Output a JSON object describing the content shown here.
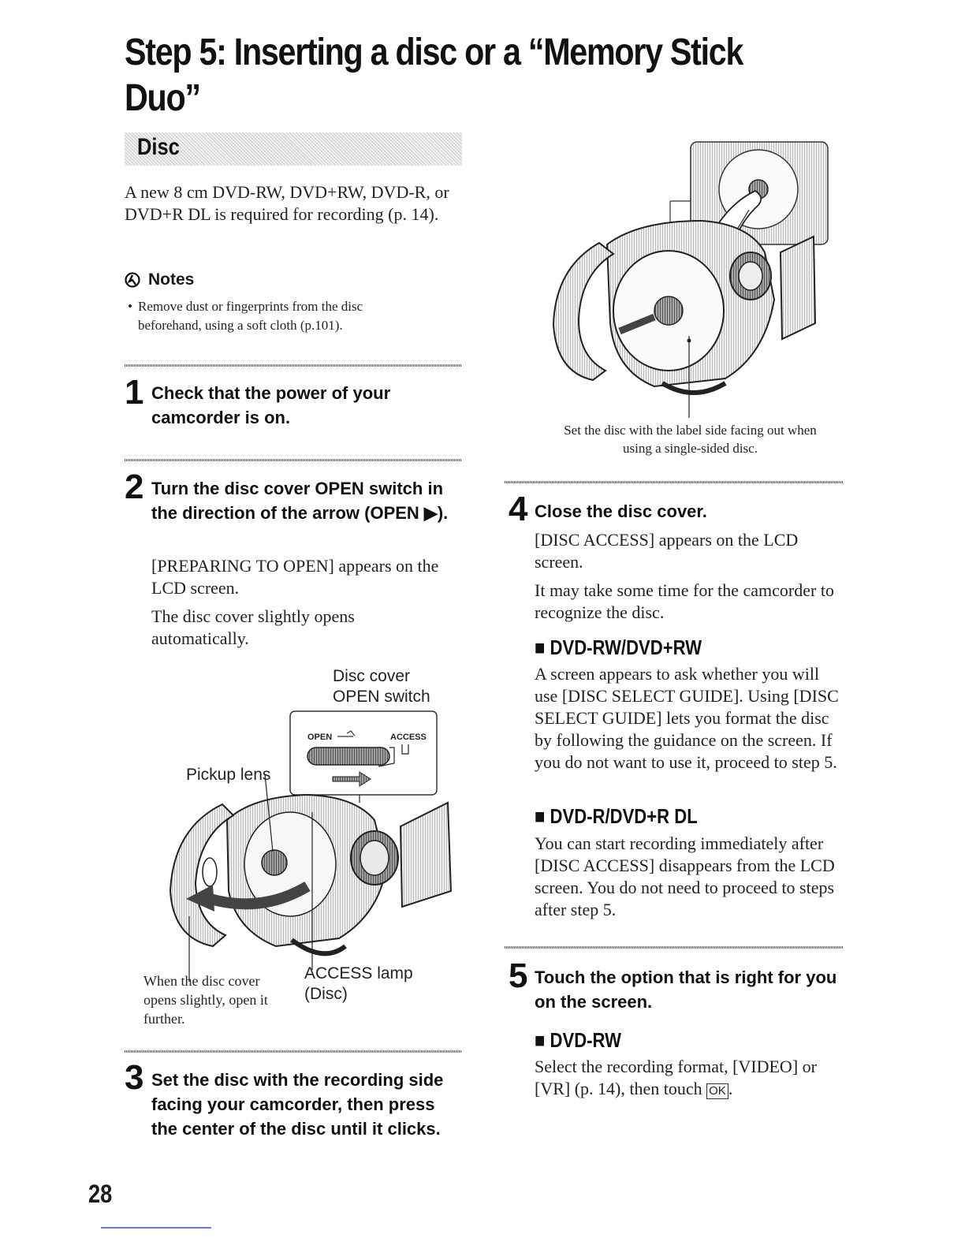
{
  "title": "Step 5: Inserting a disc or a “Memory Stick Duo”",
  "disc_section": {
    "label": "Disc",
    "intro": "A new 8 cm DVD-RW, DVD+RW, DVD-R, or DVD+R DL is required for recording (p. 14).",
    "notes_title": "Notes",
    "note_bullet": "•",
    "note_text": "Remove dust or fingerprints from the disc beforehand, using a soft cloth (p.101)."
  },
  "steps": {
    "step1": {
      "num": "1",
      "head": "Check that the power of your camcorder is on."
    },
    "step2": {
      "num": "2",
      "head": "Turn the disc cover OPEN switch in the direction of the arrow (OPEN ▶).",
      "p1": "[PREPARING TO OPEN] appears on the LCD screen.",
      "p2": "The disc cover slightly opens automatically."
    },
    "step3": {
      "num": "3",
      "head": "Set the disc with the recording side facing your camcorder, then press the center of the disc until it clicks."
    },
    "step4": {
      "num": "4",
      "head": "Close the disc cover.",
      "p1": "[DISC ACCESS] appears on the LCD screen.",
      "p2": "It may take some time for the camcorder to recognize the disc."
    },
    "step5": {
      "num": "5",
      "head": "Touch the option that is right for you on the screen."
    }
  },
  "figure_left": {
    "label_disc_cover": "Disc cover OPEN switch",
    "label_pickup": "Pickup lens",
    "label_open": "OPEN",
    "label_access": "ACCESS",
    "caption_when": "When the disc cover opens slightly, open it further.",
    "label_access_lamp": "ACCESS lamp (Disc)"
  },
  "figure_right": {
    "caption": "Set the disc with the label side facing out when using a single-sided disc."
  },
  "dvd_rw_plus": {
    "heading": "■ DVD-RW/DVD+RW",
    "text": "A screen appears to ask whether you will use [DISC SELECT GUIDE]. Using [DISC SELECT GUIDE] lets you format the disc by following the guidance on the screen. If you do not want to use it, proceed to step 5."
  },
  "dvd_r": {
    "heading": "■ DVD-R/DVD+R DL",
    "text": "You can start recording immediately after [DISC ACCESS] disappears from the LCD screen. You do not need to proceed to steps after step 5."
  },
  "dvd_rw": {
    "heading": "■ DVD-RW",
    "text_before": "Select the recording format, [VIDEO] or [VR] (p. 14), then touch",
    "ok_label": "OK",
    "text_after": "."
  },
  "page_number": "28"
}
